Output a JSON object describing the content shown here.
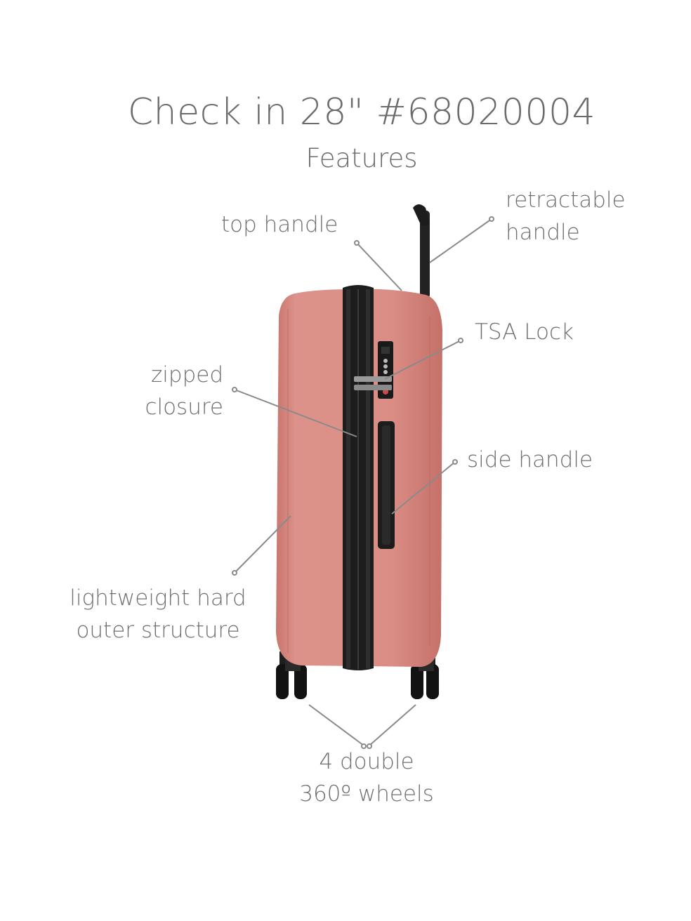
{
  "title": "Check in 28\" #68020004",
  "subtitle": "Features",
  "features": {
    "retractable_handle": {
      "line1": "retractable",
      "line2": "handle"
    },
    "top_handle": {
      "line1": "top handle"
    },
    "tsa_lock": {
      "line1": "TSA Lock"
    },
    "zipped_closure": {
      "line1": "zipped",
      "line2": "closure"
    },
    "side_handle": {
      "line1": "side handle"
    },
    "hard_shell": {
      "line1": "lightweight hard",
      "line2": "outer structure"
    },
    "wheels": {
      "line1": "4 double",
      "line2": "360º wheels"
    }
  },
  "colors": {
    "shell": "#d98a82",
    "shell_dark": "#b96a63",
    "zipper": "#1f1f1f",
    "leader_line": "#8a8a8a"
  }
}
